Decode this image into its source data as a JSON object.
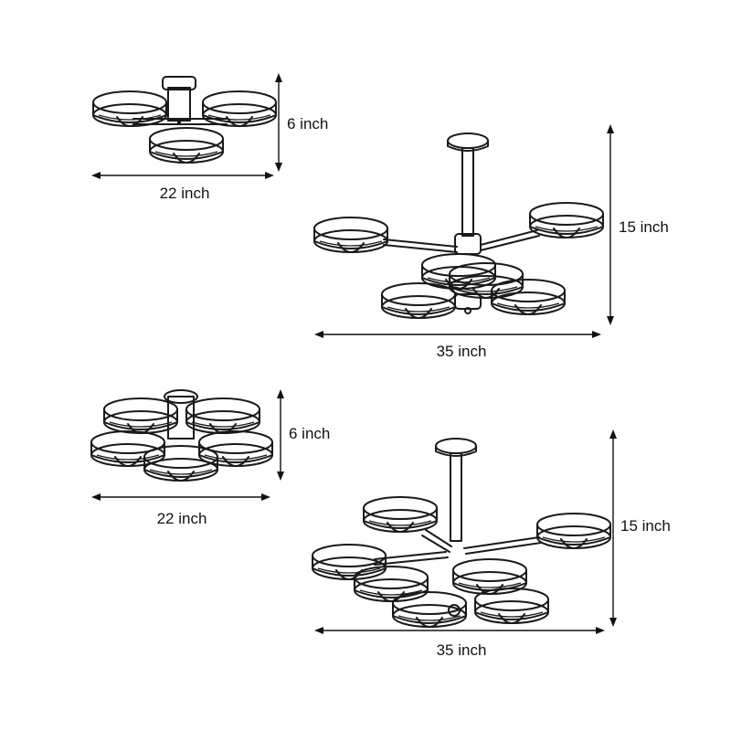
{
  "diagrams": [
    {
      "width_label": "22 inch",
      "height_label": "6 inch"
    },
    {
      "width_label": "35 inch",
      "height_label": "15 inch"
    },
    {
      "width_label": "22 inch",
      "height_label": "6 inch"
    },
    {
      "width_label": "35 inch",
      "height_label": "15 inch"
    }
  ],
  "icons": {
    "fixture_1": "flush-mount-3-light-icon",
    "fixture_2": "pendant-5-light-icon",
    "fixture_3": "flush-mount-5-light-icon",
    "fixture_4": "pendant-7-light-icon"
  }
}
